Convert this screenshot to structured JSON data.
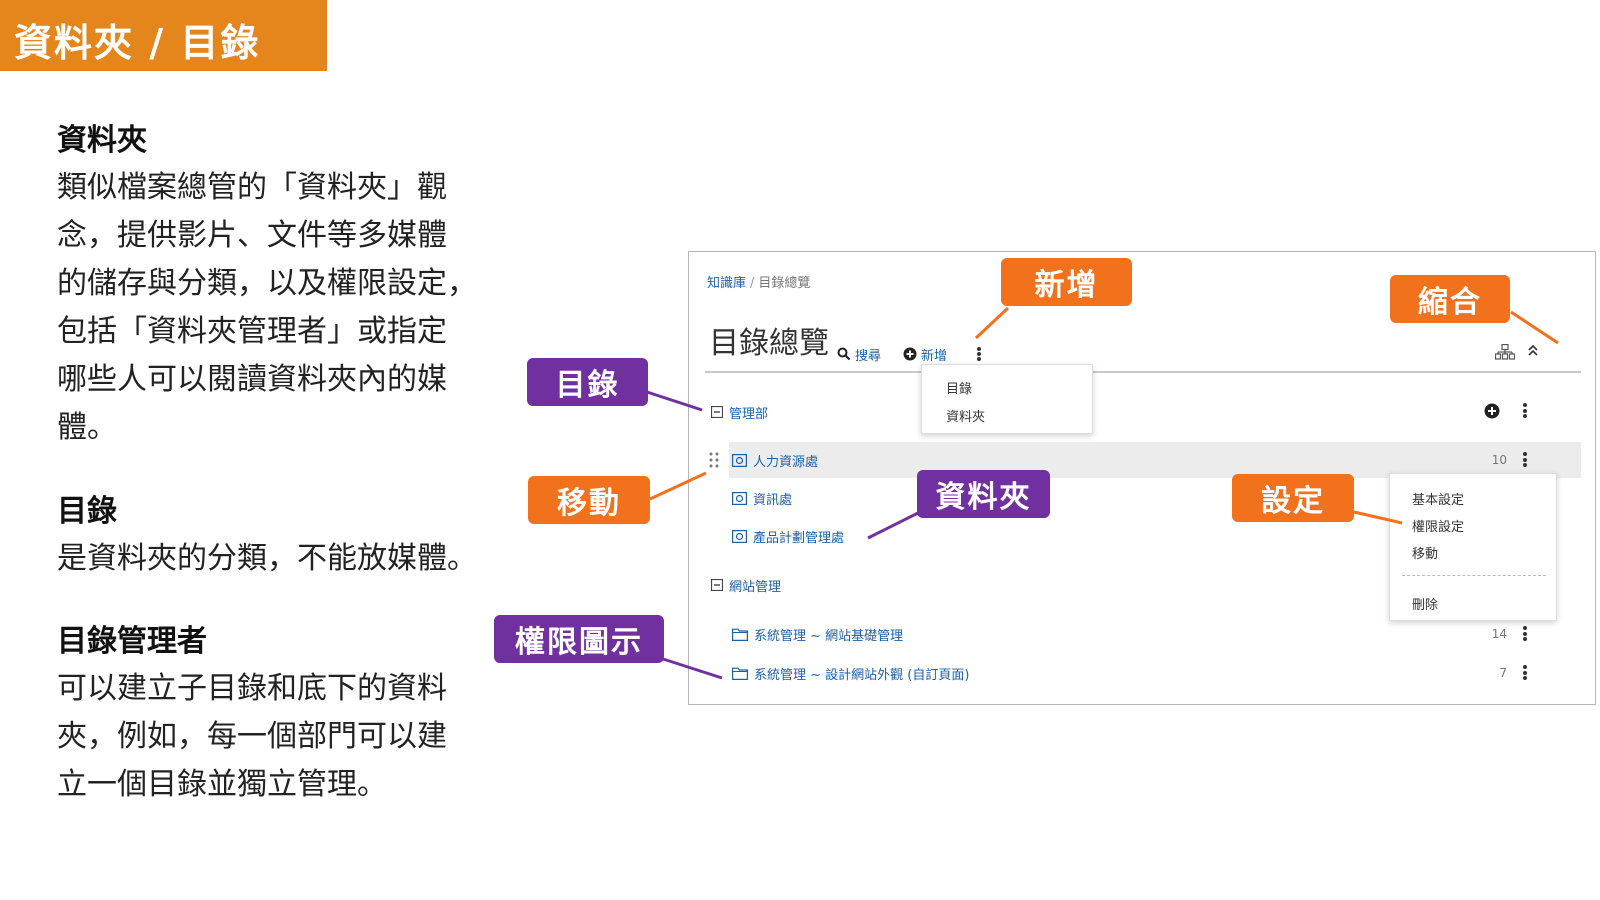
{
  "header": {
    "title": "資料夾 / 目錄"
  },
  "sections": [
    {
      "title": "資料夾",
      "lines": [
        "類似檔案總管的「資料夾」觀",
        "念，提供影片、文件等多媒體",
        "的儲存與分類，以及權限設定，",
        "包括「資料夾管理者」或指定",
        "哪些人可以閱讀資料夾內的媒",
        "體。"
      ]
    },
    {
      "title": "目錄",
      "lines": [
        "是資料夾的分類，不能放媒體。"
      ]
    },
    {
      "title": "目錄管理者",
      "lines": [
        "可以建立子目錄和底下的資料",
        "夾，例如，每一個部門可以建",
        "立一個目錄並獨立管理。"
      ]
    }
  ],
  "panel": {
    "breadcrumb": [
      "知識庫",
      "目錄總覽"
    ],
    "title": "目錄總覽",
    "toolbar": {
      "search_label": "搜尋",
      "add_label": "新增"
    },
    "add_menu": [
      "目錄",
      "資料夾"
    ],
    "tree": {
      "groups": [
        {
          "label": "管理部",
          "items": [
            {
              "label": "人力資源處",
              "count": "10"
            },
            {
              "label": "資訊處",
              "count": ""
            },
            {
              "label": "產品計劃管理處",
              "count": ""
            }
          ]
        },
        {
          "label": "網站管理",
          "items": [
            {
              "label": "系統管理 ~ 網站基礎管理",
              "count": "14"
            },
            {
              "label": "系統管理 ~ 設計網站外觀 (自訂頁面)",
              "count": "7"
            }
          ]
        }
      ]
    },
    "context_menu": [
      "基本設定",
      "權限設定",
      "移動",
      "刪除"
    ]
  },
  "callouts": {
    "add": "新增",
    "collapse": "縮合",
    "catalog": "目錄",
    "move": "移動",
    "folder": "資料夾",
    "settings": "設定",
    "permission_icon": "權限圖示"
  },
  "colors": {
    "header_orange": "#e5861c",
    "callout_orange": "#f2711c",
    "callout_purple": "#7030a0",
    "link_blue": "#1b5fa8"
  }
}
